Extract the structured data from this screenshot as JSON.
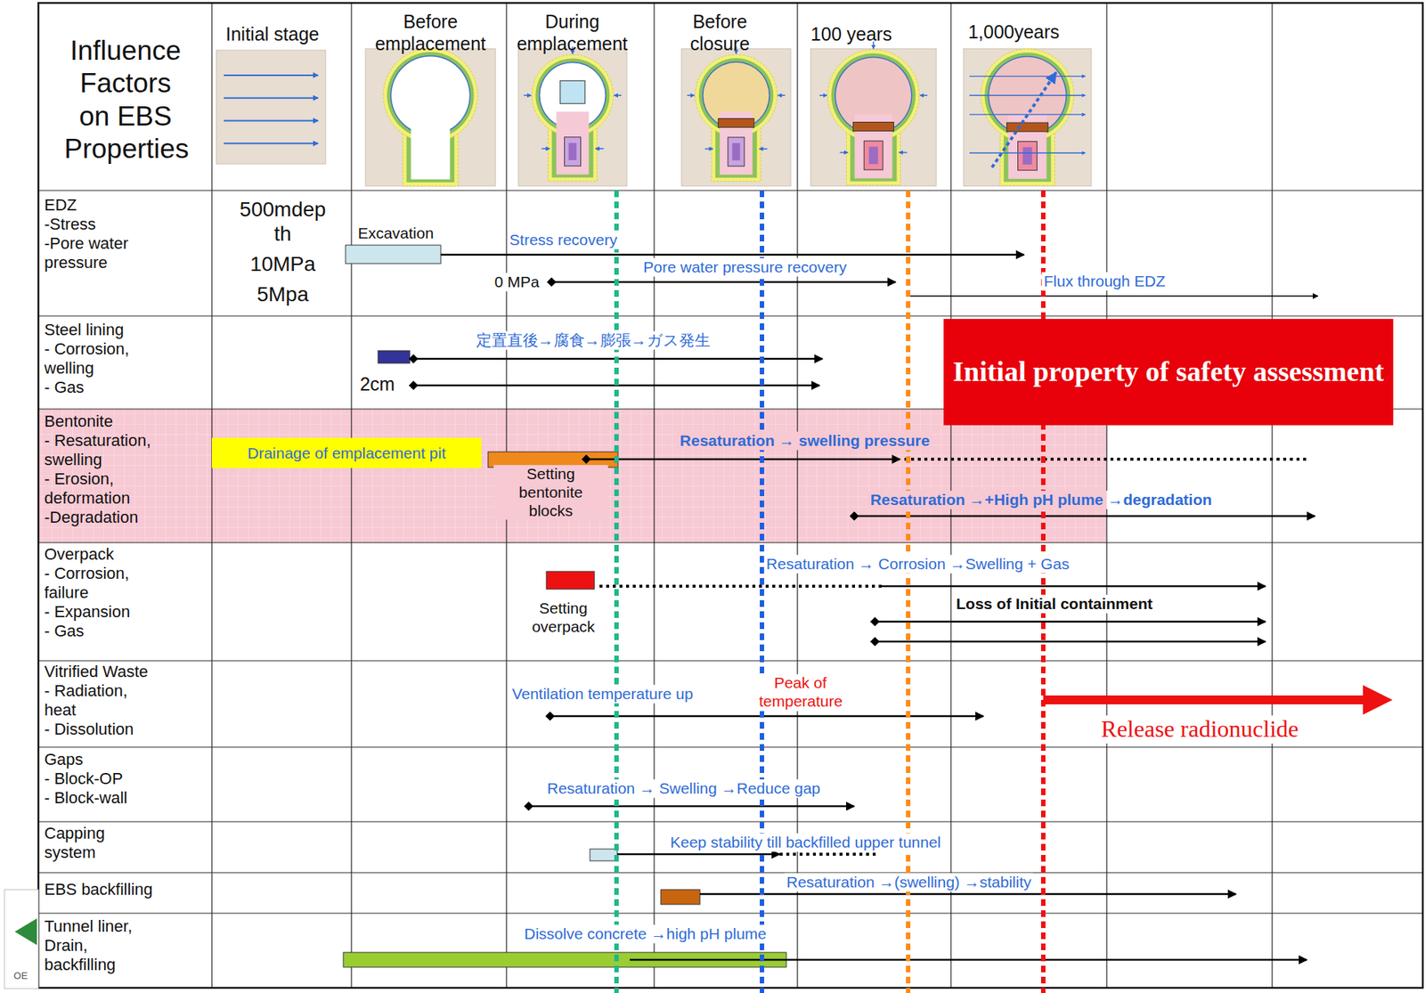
{
  "diagram": {
    "nodes": [
      {
        "text": [
          "Initial property of safety assessment"
        ]
      },
      {
        "text": [
          "Drainage of emplacement pit"
        ]
      }
    ],
    "labels": [
      "Influence Factors on EBS Properties",
      "Initial stage",
      "Before emplacement",
      "During emplacement",
      "Before closure",
      "100 years",
      "1,000years",
      "EDZ",
      "-Stress",
      "-Pore water pressure",
      "500mdep th",
      "10MPa",
      "5Mpa",
      "Excavation",
      "Stress recovery",
      "0 MPa",
      "Pore water pressure recovery",
      "Flux through EDZ",
      "Steel lining",
      "- Corrosion, welling",
      "- Gas",
      "定置直後→腐食→膨張→ガス発生",
      "2cm",
      "Bentonite",
      "- Resaturation, swelling",
      "- Erosion, deformation",
      "-Degradation",
      "Resaturation → swelling pressure",
      "Setting bentonite blocks",
      "Resaturation →+High pH plume →degradation",
      "Overpack",
      "- Corrosion, failure",
      "- Expansion",
      "- Gas",
      "Resaturation → Corrosion →Swelling + Gas",
      "Setting overpack",
      "Loss of Initial containment",
      "Vitrified Waste",
      "- Radiation, heat",
      "- Dissolution",
      "Ventilation temperature up",
      "Peak of temperature",
      "Release radionuclide",
      "Gaps",
      "- Block-OP",
      "- Block-wall",
      "Resaturation → Swelling →Reduce gap",
      "Capping system",
      "Keep stability till backfilled upper tunnel",
      "EBS backfilling",
      "Resaturation →(swelling) →stability",
      "Tunnel liner, Drain, backfilling",
      "Dissolve concrete →high pH plume",
      "OE"
    ]
  }
}
